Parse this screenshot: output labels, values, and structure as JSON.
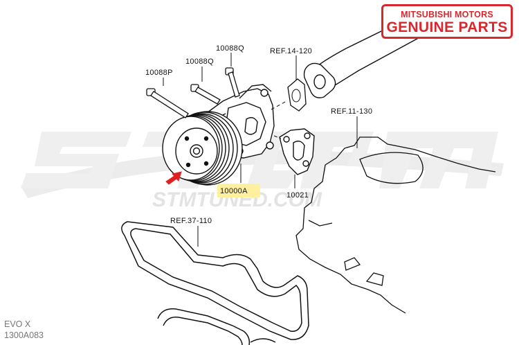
{
  "badge": {
    "line1": "MITSUBISHI MOTORS",
    "line2": "GENUINE PARTS",
    "color": "#d9272e"
  },
  "watermark": {
    "text": "STMTUNED.COM",
    "color": "#e3e3e3"
  },
  "callouts": {
    "bolt_left": "10088P",
    "bolt_mid": "10088Q",
    "bolt_top": "10088Q",
    "ref_top": "REF.14-120",
    "ref_right": "REF.11-130",
    "pump": "10000A",
    "gasket": "10021",
    "ref_belt": "REF.37-110"
  },
  "highlight_color": "#fff0a0",
  "arrow_color": "#e02020",
  "footer": {
    "model": "EVO X",
    "part_number": "1300A083"
  }
}
